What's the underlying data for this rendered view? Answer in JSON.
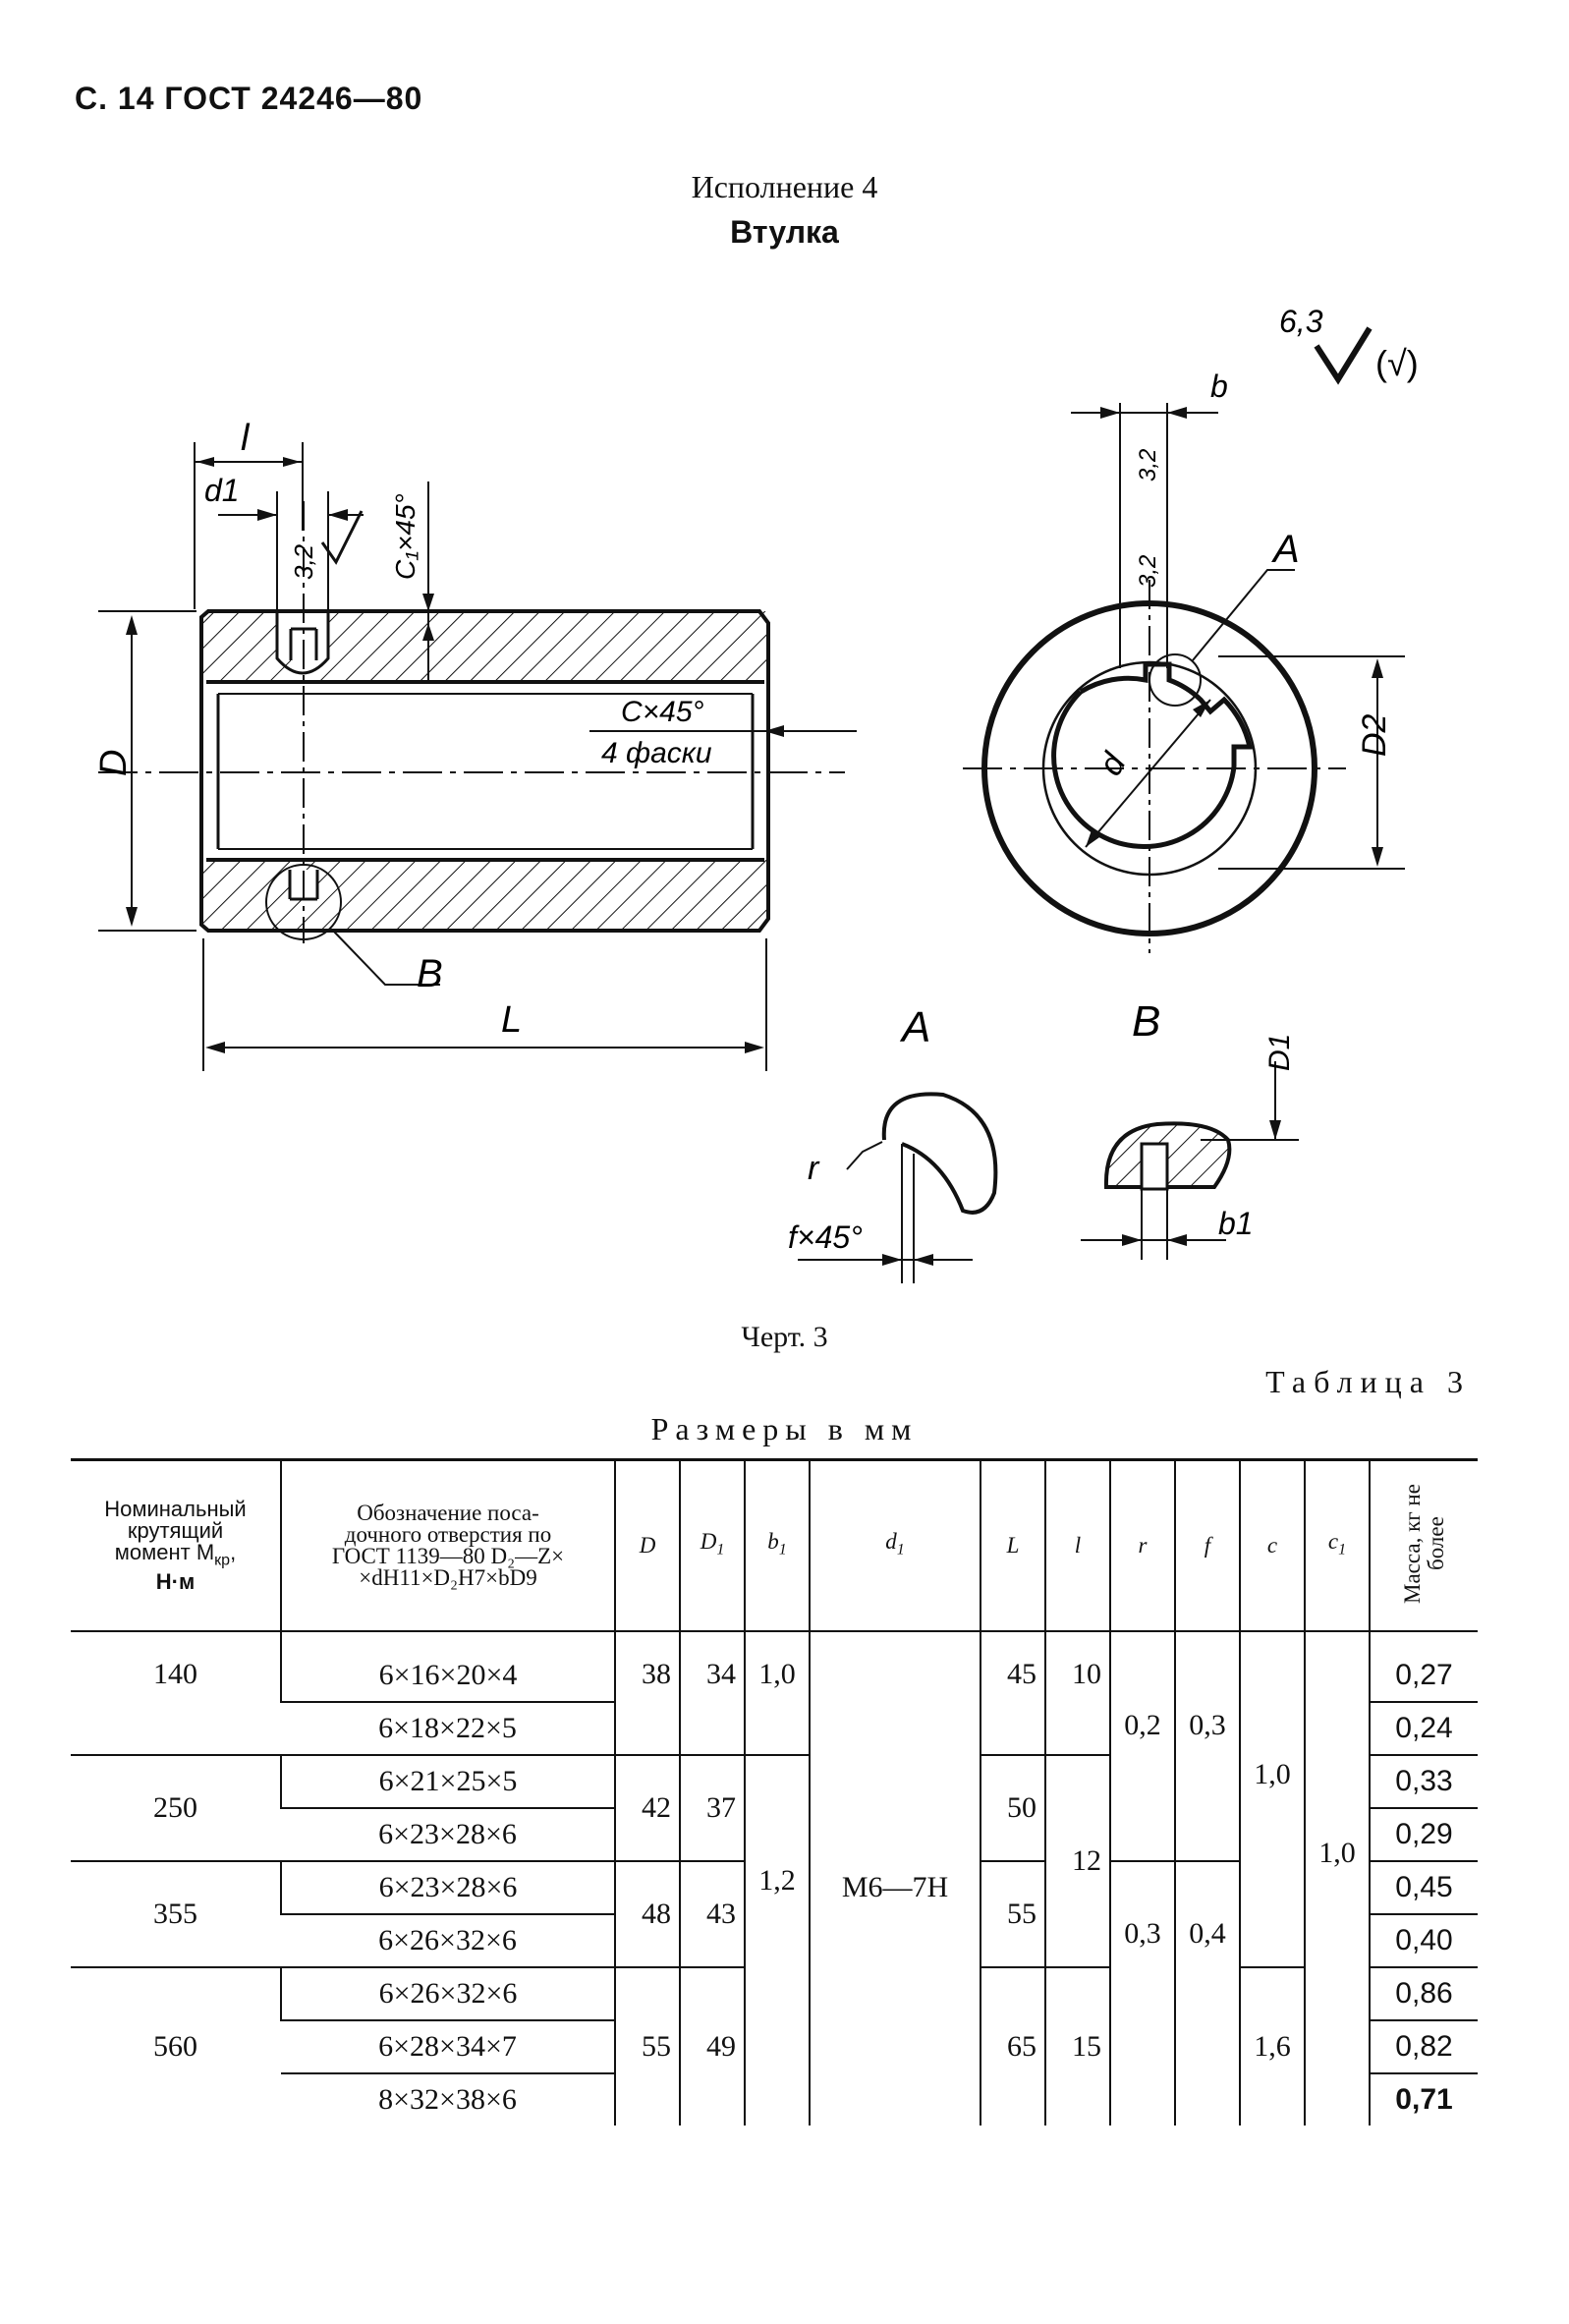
{
  "header": "С. 14 ГОСТ 24246—80",
  "variant": "Исполнение 4",
  "part_name": "Втулка",
  "drawing": {
    "roughness_main": "6,3",
    "roughness_paren": "(√)",
    "roughness_slot": "3,2",
    "labels": {
      "l": "l",
      "d1": "d1",
      "c1": "C₁×45°",
      "c": "C×45°",
      "chamfers": "4 фаски",
      "D": "D",
      "L": "L",
      "B_callout": "B",
      "A_callout": "A",
      "b": "b",
      "d": "d",
      "D2": "D2",
      "view_A": "A",
      "view_B": "B",
      "r": "r",
      "f": "f×45°",
      "D1": "D1",
      "b1": "b1"
    }
  },
  "figure_caption": "Черт. 3",
  "table_number": "Таблица 3",
  "table_units": "Размеры в мм",
  "table": {
    "headers": {
      "torque": [
        "Номинальный",
        "крутящий",
        "момент M",
        "кр",
        ",",
        "Н·м"
      ],
      "designation": [
        "Обозначение поса-",
        "дочного отверстия по",
        "ГОСТ 1139—80 D₂—Z×",
        "×dH11×D₂H7×bD9"
      ],
      "D": "D",
      "D1": "D",
      "D1_sub": "1",
      "b1": "b",
      "b1_sub": "1",
      "d1": "d",
      "d1_sub": "1",
      "L": "L",
      "l": "l",
      "r": "r",
      "f": "f",
      "c": "c",
      "c1": "c",
      "c1_sub": "1",
      "mass": "Масса, кг не более"
    },
    "cells": {
      "t140": "140",
      "t250": "250",
      "t355": "355",
      "t560": "560",
      "des": [
        "6×16×20×4",
        "6×18×22×5",
        "6×21×25×5",
        "6×23×28×6",
        "6×23×28×6",
        "6×26×32×6",
        "6×26×32×6",
        "6×28×34×7",
        "8×32×38×6"
      ],
      "D": [
        "38",
        "42",
        "48",
        "55"
      ],
      "D1": [
        "34",
        "37",
        "43",
        "49"
      ],
      "b1": [
        "1,0",
        "1,2"
      ],
      "d1": "M6—7H",
      "L": [
        "45",
        "50",
        "55",
        "65"
      ],
      "l": [
        "10",
        "12",
        "15"
      ],
      "r": [
        "0,2",
        "0,3"
      ],
      "f": [
        "0,3",
        "0,4"
      ],
      "c": [
        "1,0",
        "1,6"
      ],
      "c1": "1,0",
      "mass": [
        "0,27",
        "0,24",
        "0,33",
        "0,29",
        "0,45",
        "0,40",
        "0,86",
        "0,82",
        "0,71"
      ]
    }
  }
}
